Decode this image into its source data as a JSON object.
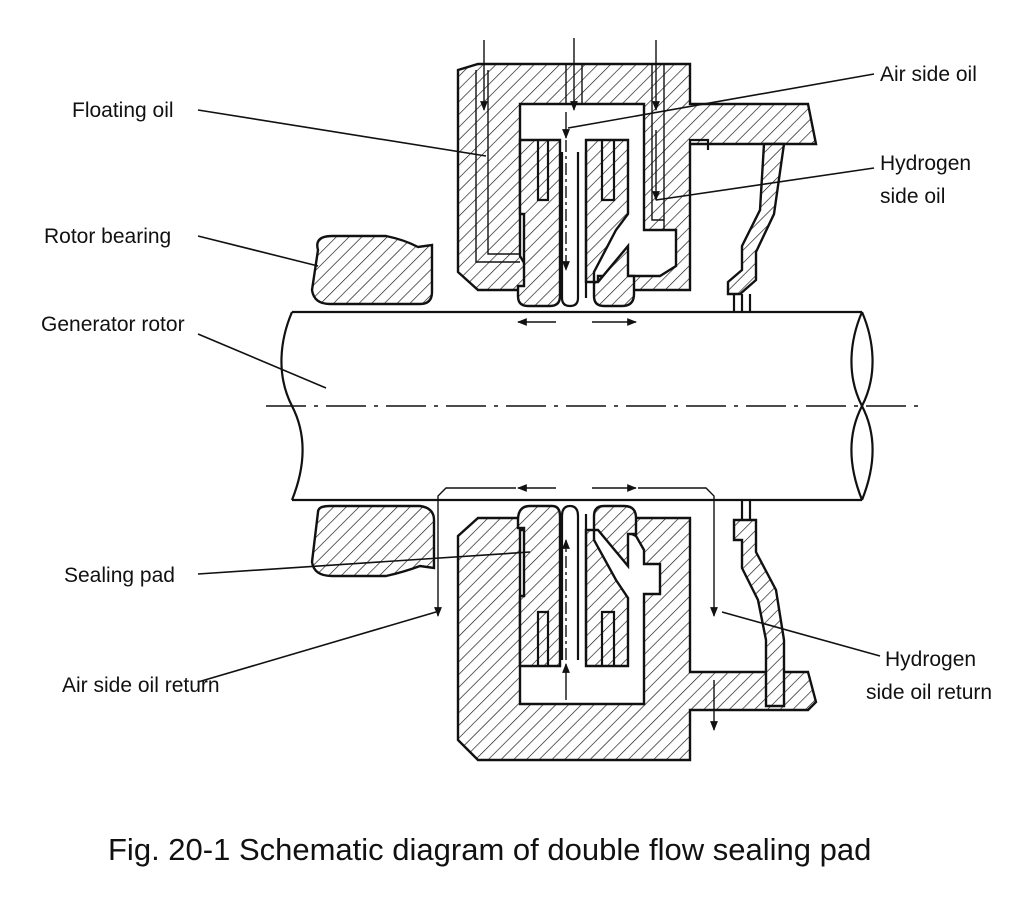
{
  "labels": {
    "floating_oil": "Floating oil",
    "air_side_oil": "Air side oil",
    "hydrogen_side_oil_l1": "Hydrogen",
    "hydrogen_side_oil_l2": "side oil",
    "rotor_bearing": "Rotor bearing",
    "generator_rotor": "Generator rotor",
    "sealing_pad": "Sealing pad",
    "air_side_oil_return": "Air side oil return",
    "hydrogen_side_oil_return_l1": "Hydrogen",
    "hydrogen_side_oil_return_l2": "side oil return"
  },
  "caption": "Fig. 20-1  Schematic diagram of double flow sealing pad",
  "colors": {
    "ink": "#111111",
    "background": "#ffffff"
  }
}
